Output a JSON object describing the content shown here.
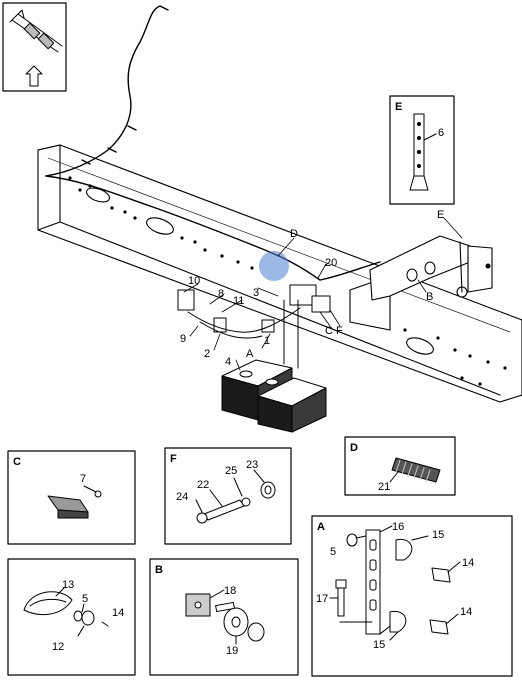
{
  "orientation_icon": {
    "name": "vehicle-front-arrow-icon"
  },
  "main_view": {
    "callouts": [
      "1",
      "2",
      "3",
      "4",
      "8",
      "9",
      "10",
      "11",
      "20",
      "A",
      "B",
      "C",
      "D",
      "E",
      "F"
    ],
    "highlight_color": "#4a7fd0"
  },
  "details": {
    "E": {
      "letter": "E",
      "callouts": [
        "6"
      ]
    },
    "C": {
      "letter": "C",
      "callouts": [
        "7"
      ]
    },
    "F": {
      "letter": "F",
      "callouts": [
        "22",
        "23",
        "24",
        "25"
      ]
    },
    "D": {
      "letter": "D",
      "callouts": [
        "21"
      ]
    },
    "A": {
      "letter": "A",
      "callouts": [
        "5",
        "14",
        "14",
        "15",
        "15",
        "16",
        "17"
      ]
    },
    "B": {
      "letter": "B",
      "callouts": [
        "18",
        "19"
      ]
    },
    "misc": {
      "callouts": [
        "13",
        "5",
        "14",
        "12"
      ]
    }
  }
}
